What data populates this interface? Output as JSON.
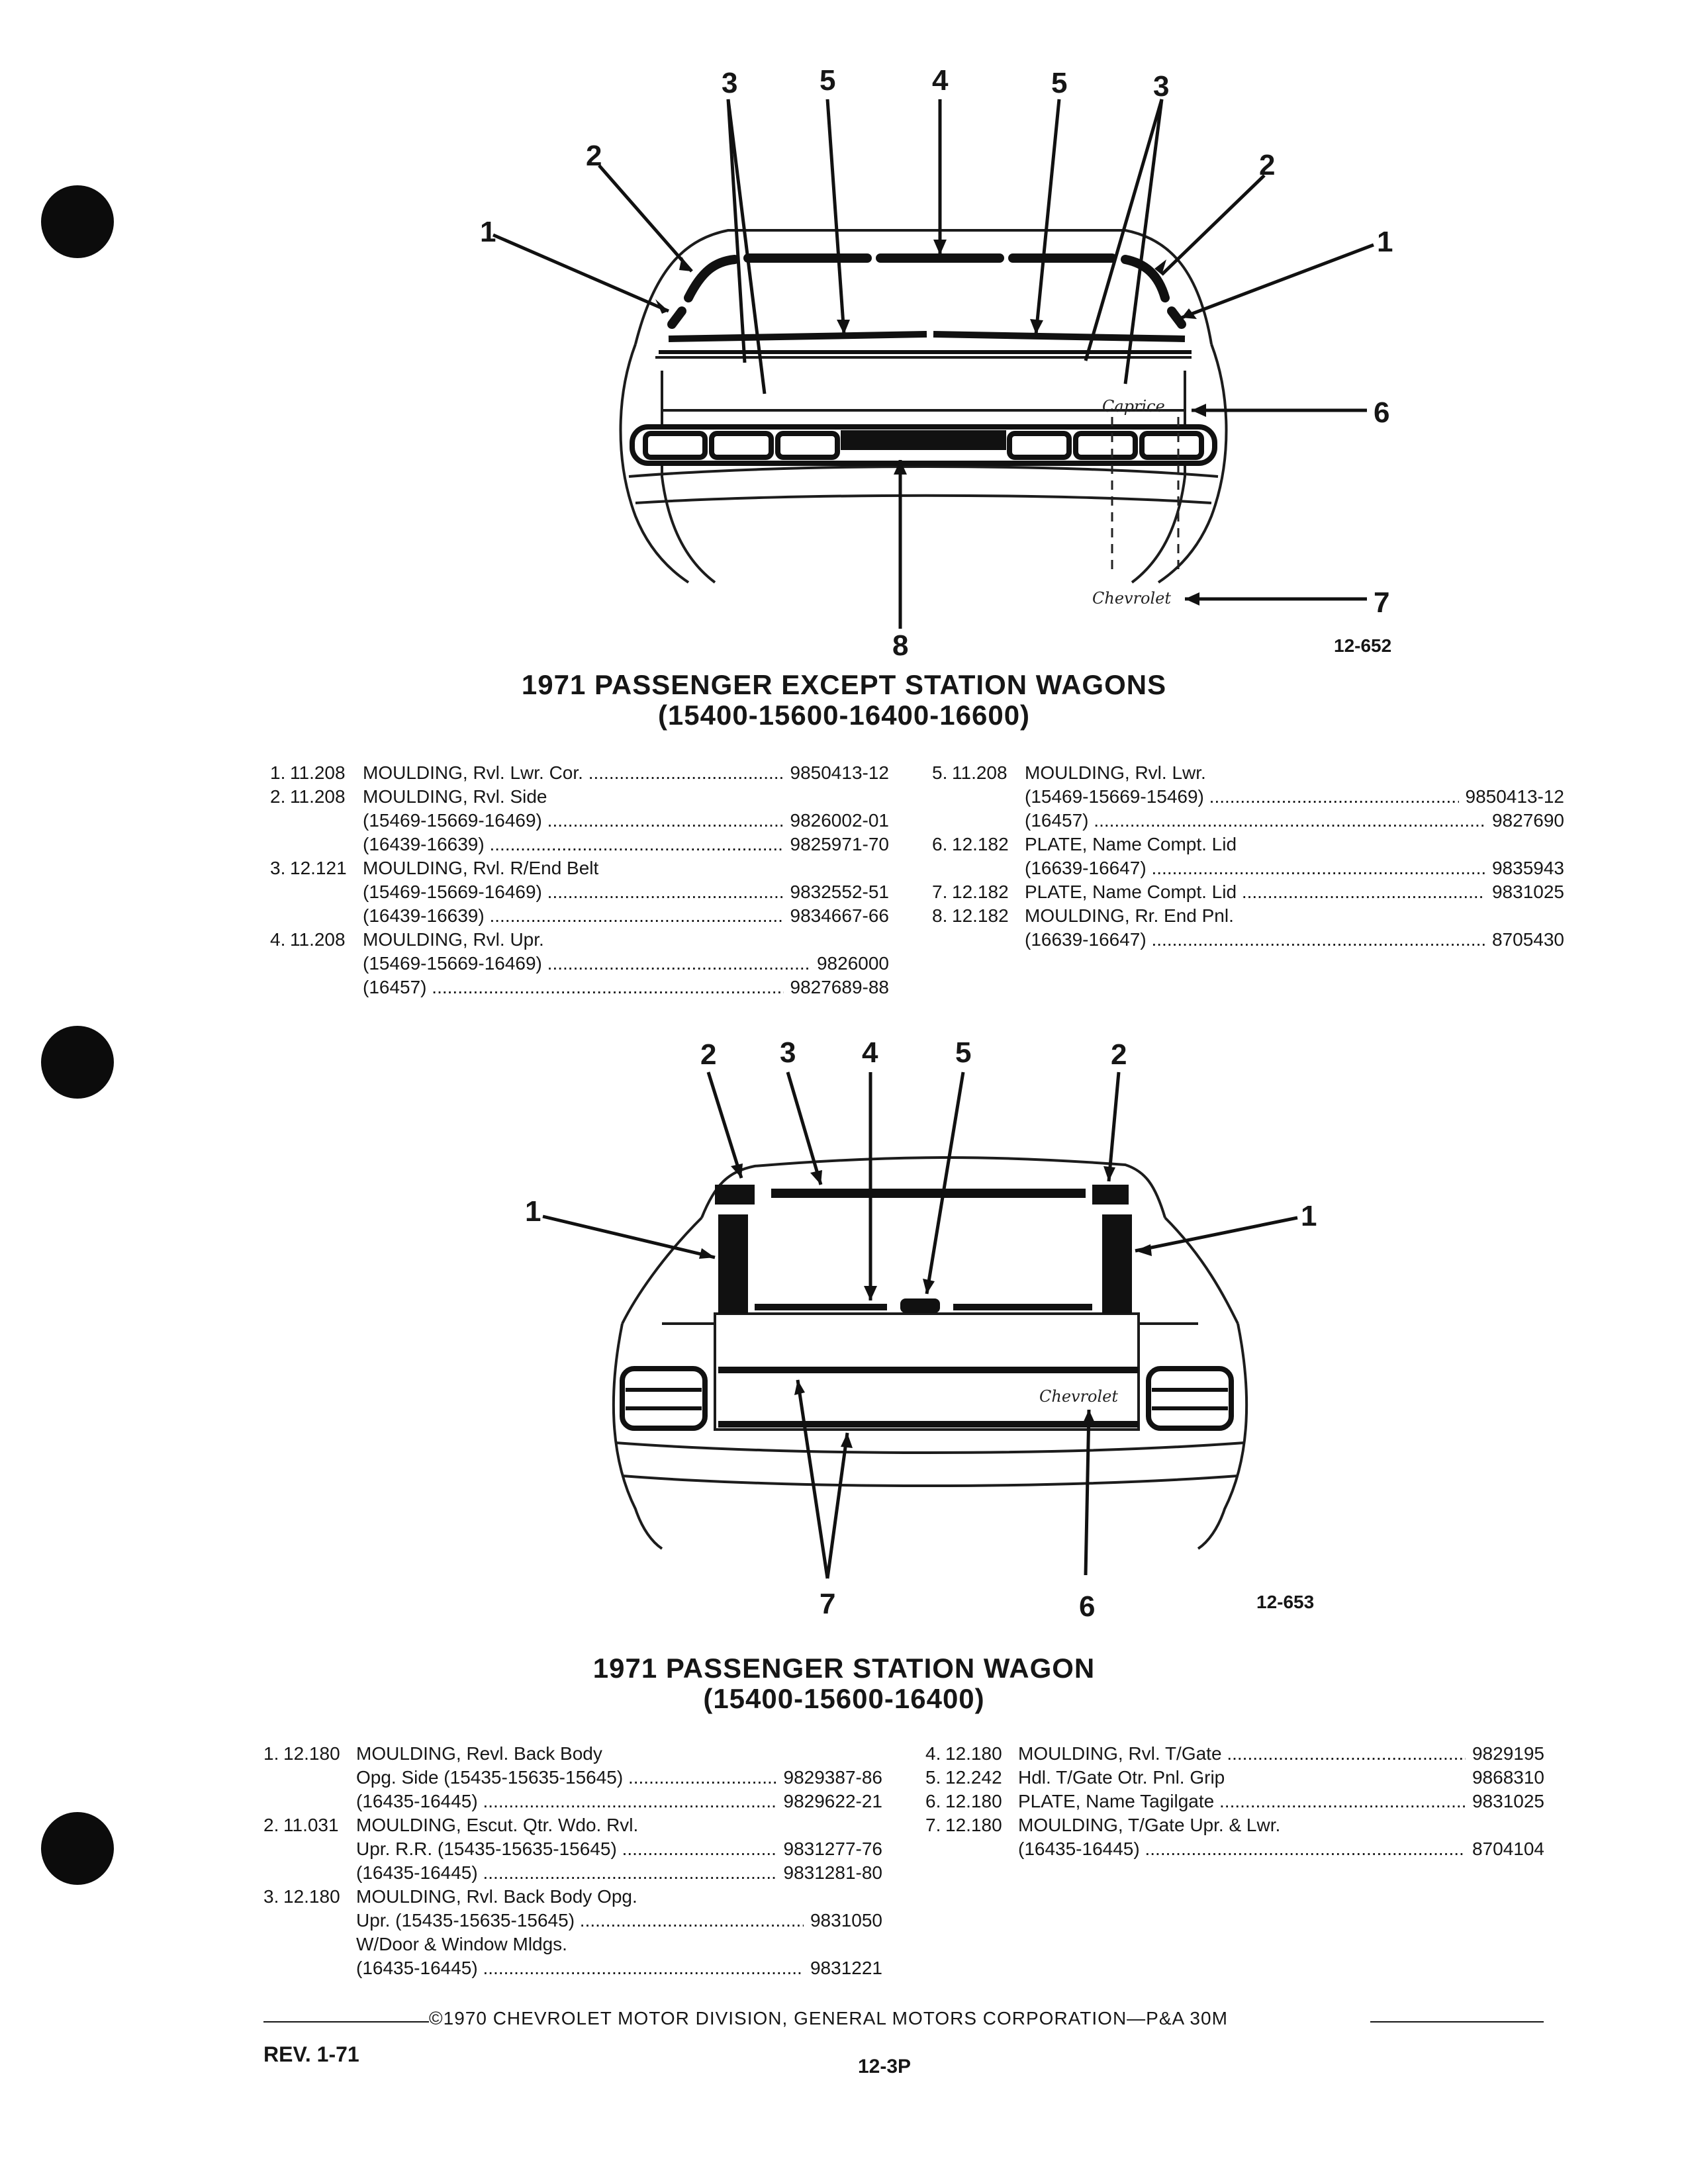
{
  "diagram1": {
    "callouts": {
      "c1L": "1",
      "c2L": "2",
      "c3L": "3",
      "c5L": "5",
      "c4": "4",
      "c5R": "5",
      "c3R": "3",
      "c2R": "2",
      "c1R": "1",
      "c6": "6",
      "c7": "7",
      "c8": "8"
    },
    "script_caprice": "Caprice",
    "script_chevrolet": "Chevrolet",
    "fig_no": "12-652"
  },
  "section1": {
    "title_line1": "1971 PASSENGER EXCEPT STATION WAGONS",
    "title_line2": "(15400-15600-16400-16600)",
    "left_rows": [
      {
        "num": "1.",
        "ref": "11.208",
        "desc": "MOULDING, Rvl. Lwr. Cor.",
        "part": "9850413-12"
      },
      {
        "num": "2.",
        "ref": "11.208",
        "desc": "MOULDING, Rvl. Side",
        "part": ""
      },
      {
        "num": "",
        "ref": "",
        "desc": "(15469-15669-16469)",
        "part": "9826002-01"
      },
      {
        "num": "",
        "ref": "",
        "desc": "(16439-16639)",
        "part": "9825971-70"
      },
      {
        "num": "3.",
        "ref": "12.121",
        "desc": "MOULDING, Rvl. R/End Belt",
        "part": ""
      },
      {
        "num": "",
        "ref": "",
        "desc": "(15469-15669-16469)",
        "part": "9832552-51"
      },
      {
        "num": "",
        "ref": "",
        "desc": "(16439-16639)",
        "part": "9834667-66"
      },
      {
        "num": "4.",
        "ref": "11.208",
        "desc": "MOULDING, Rvl. Upr.",
        "part": ""
      },
      {
        "num": "",
        "ref": "",
        "desc": "(15469-15669-16469)",
        "part": "9826000"
      },
      {
        "num": "",
        "ref": "",
        "desc": "(16457)",
        "part": "9827689-88"
      }
    ],
    "right_rows": [
      {
        "num": "5.",
        "ref": "11.208",
        "desc": "MOULDING, Rvl. Lwr.",
        "part": ""
      },
      {
        "num": "",
        "ref": "",
        "desc": "(15469-15669-15469)",
        "part": "9850413-12"
      },
      {
        "num": "",
        "ref": "",
        "desc": "(16457)",
        "part": "9827690"
      },
      {
        "num": "6.",
        "ref": "12.182",
        "desc": "PLATE, Name Compt. Lid",
        "part": ""
      },
      {
        "num": "",
        "ref": "",
        "desc": "(16639-16647)",
        "part": "9835943"
      },
      {
        "num": "7.",
        "ref": "12.182",
        "desc": "PLATE, Name Compt. Lid",
        "part": "9831025"
      },
      {
        "num": "8.",
        "ref": "12.182",
        "desc": "MOULDING, Rr. End Pnl.",
        "part": ""
      },
      {
        "num": "",
        "ref": "",
        "desc": "(16639-16647)",
        "part": "8705430"
      }
    ]
  },
  "diagram2": {
    "callouts": {
      "c2L": "2",
      "c3": "3",
      "c4": "4",
      "c5": "5",
      "c2R": "2",
      "c1L": "1",
      "c1R": "1",
      "c7": "7",
      "c6": "6"
    },
    "script_chevrolet": "Chevrolet",
    "fig_no": "12-653"
  },
  "section2": {
    "title_line1": "1971 PASSENGER STATION WAGON",
    "title_line2": "(15400-15600-16400)",
    "left_rows": [
      {
        "num": "1.",
        "ref": "12.180",
        "desc": "MOULDING, Revl. Back Body",
        "part": ""
      },
      {
        "num": "",
        "ref": "",
        "desc": "Opg. Side (15435-15635-15645)",
        "part": "9829387-86"
      },
      {
        "num": "",
        "ref": "",
        "desc": "(16435-16445)",
        "part": "9829622-21"
      },
      {
        "num": "2.",
        "ref": "11.031",
        "desc": "MOULDING, Escut. Qtr. Wdo. Rvl.",
        "part": ""
      },
      {
        "num": "",
        "ref": "",
        "desc": "Upr. R.R. (15435-15635-15645)",
        "part": "9831277-76"
      },
      {
        "num": "",
        "ref": "",
        "desc": "(16435-16445)",
        "part": "9831281-80"
      },
      {
        "num": "3.",
        "ref": "12.180",
        "desc": "MOULDING, Rvl. Back Body Opg.",
        "part": ""
      },
      {
        "num": "",
        "ref": "",
        "desc": "Upr. (15435-15635-15645)",
        "part": "9831050"
      },
      {
        "num": "",
        "ref": "",
        "desc": "W/Door & Window Mldgs.",
        "part": ""
      },
      {
        "num": "",
        "ref": "",
        "desc": "(16435-16445)",
        "part": "9831221"
      }
    ],
    "right_rows": [
      {
        "num": "4.",
        "ref": "12.180",
        "desc": "MOULDING, Rvl. T/Gate",
        "part": "9829195"
      },
      {
        "num": "5.",
        "ref": "12.242",
        "desc": "Hdl. T/Gate Otr. Pnl. Grip",
        "part": "9868310"
      },
      {
        "num": "6.",
        "ref": "12.180",
        "desc": "PLATE, Name Tagilgate",
        "part": "9831025"
      },
      {
        "num": "7.",
        "ref": "12.180",
        "desc": "MOULDING, T/Gate Upr. & Lwr.",
        "part": ""
      },
      {
        "num": "",
        "ref": "",
        "desc": "(16435-16445)",
        "part": "8704104"
      }
    ]
  },
  "footer": {
    "copyright": "©1970 CHEVROLET MOTOR DIVISION, GENERAL MOTORS CORPORATION—P&A 30M",
    "revision": "REV. 1-71",
    "page_number": "12-3P"
  }
}
